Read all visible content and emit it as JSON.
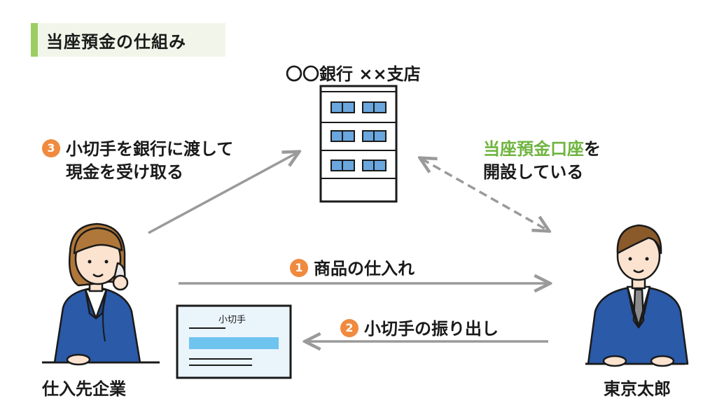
{
  "title": "当座預金の仕組み",
  "bank": {
    "name": "〇〇銀行 ××支店"
  },
  "steps": {
    "step1": {
      "number": "1",
      "text": "商品の仕入れ"
    },
    "step2": {
      "number": "2",
      "text": "小切手の振り出し"
    },
    "step3": {
      "number": "3",
      "line1": "小切手を銀行に渡して",
      "line2": "現金を受け取る"
    }
  },
  "account_note": {
    "highlight": "当座預金口座",
    "suffix": "を",
    "line2": "開設している"
  },
  "check": {
    "label": "小切手"
  },
  "parties": {
    "left": "仕入先企業",
    "right": "東京太郎"
  },
  "colors": {
    "accent_green": "#9ccd63",
    "text_green": "#6fb43f",
    "step_orange": "#f08a3e",
    "suit_blue": "#2a5aa8",
    "window_blue": "#6aa7de",
    "arrow_gray": "#9a9a9a"
  }
}
